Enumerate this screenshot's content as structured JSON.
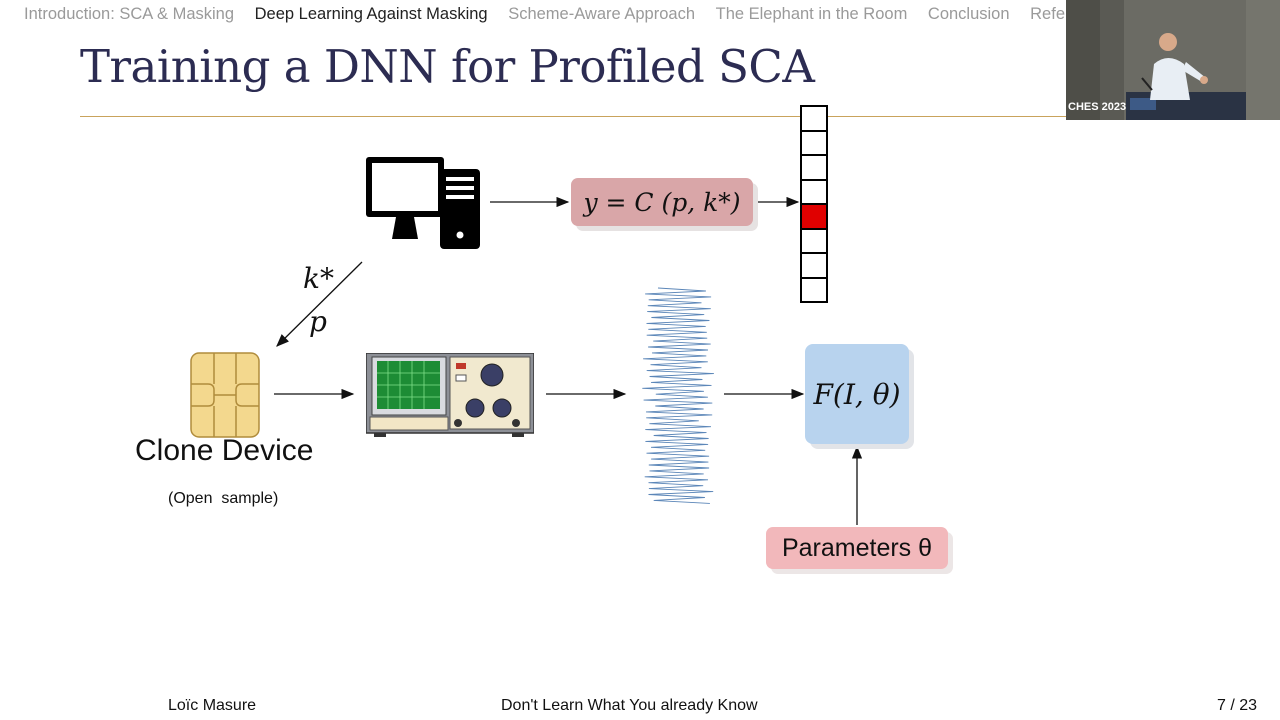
{
  "nav": {
    "items": [
      {
        "label": "Introduction: SCA & Masking",
        "active": false
      },
      {
        "label": "Deep Learning Against Masking",
        "active": true
      },
      {
        "label": "Scheme-Aware Approach",
        "active": false
      },
      {
        "label": "The Elephant in the Room",
        "active": false
      },
      {
        "label": "Conclusion",
        "active": false
      },
      {
        "label": "References",
        "active": false
      }
    ]
  },
  "slide": {
    "title": "Training a DNN for Profiled SCA"
  },
  "webcam": {
    "badge": "CHES 2023"
  },
  "diagram": {
    "label_formula": "y = C (p, k*)",
    "key_label": "k*",
    "plaintext_label": "p",
    "model_label": "F(I, θ)",
    "parameters_label": "Parameters θ",
    "clone_label": "Clone Device",
    "clone_sub": "(Open  sample)",
    "onehot": {
      "cells": 8,
      "active_index": 4
    }
  },
  "footer": {
    "author": "Loïc Masure",
    "talk_title": "Don't Learn What You already Know",
    "page": "7 / 23"
  },
  "colors": {
    "title": "#2c2c52",
    "rule": "#c9a35c",
    "formula_box": "#d9a6a8",
    "model_box": "#b8d3ee",
    "param_box": "#f2b8bb",
    "active_cell": "#e00000"
  }
}
